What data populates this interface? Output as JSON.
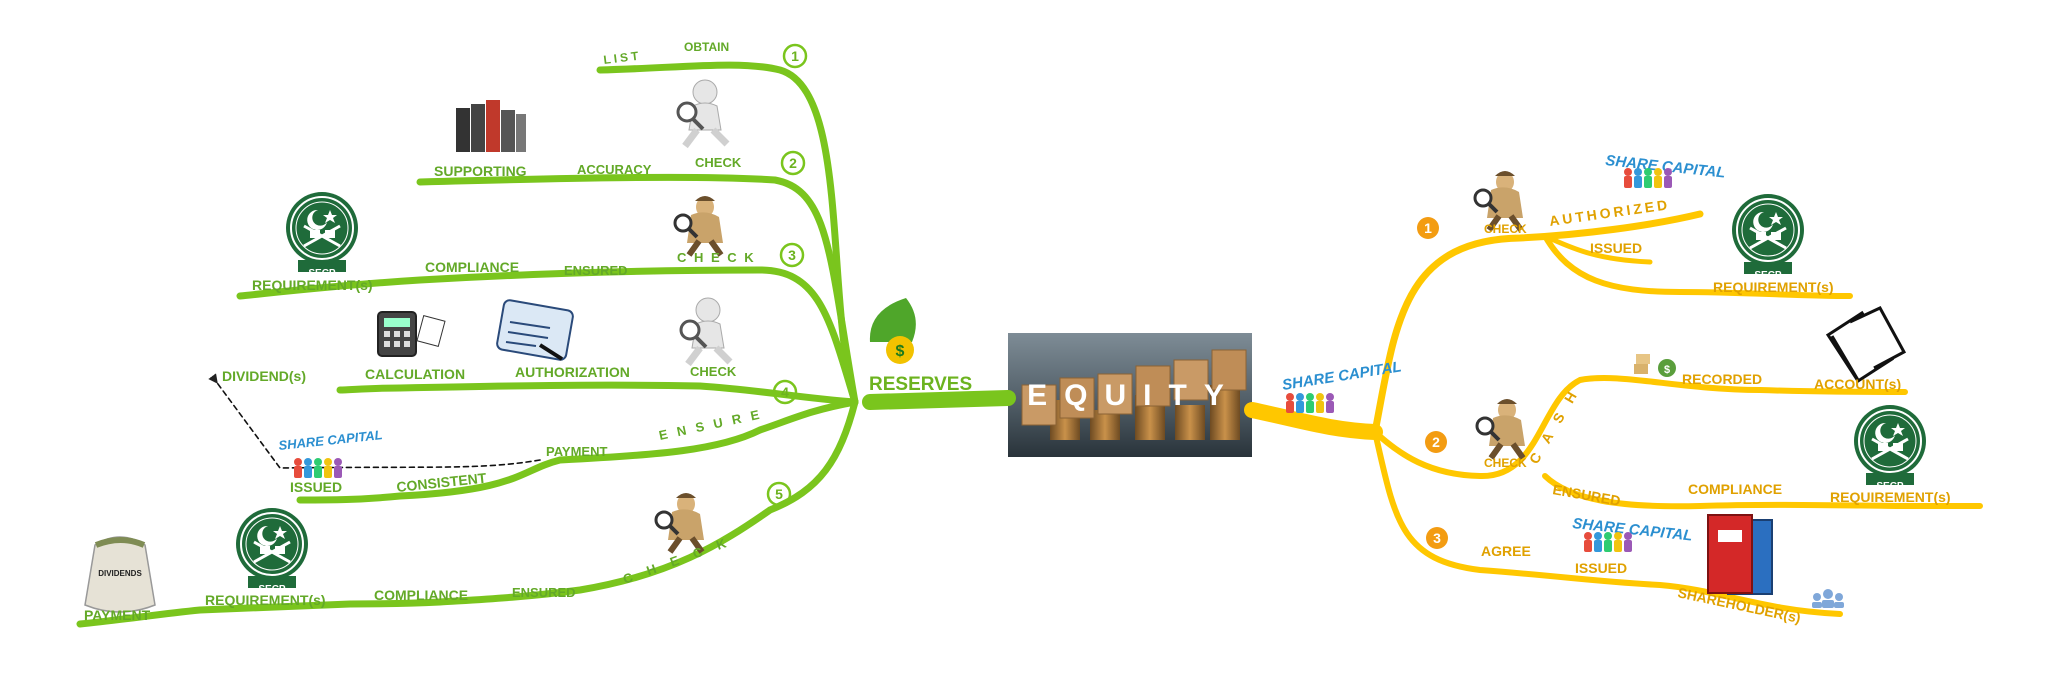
{
  "center": {
    "image_text": "EQUITY"
  },
  "left": {
    "title": "RESERVES",
    "branch1": {
      "number": "1",
      "obtain": "OBTAIN",
      "list": "LIST"
    },
    "branch2": {
      "number": "2",
      "check": "CHECK",
      "accuracy": "ACCURACY",
      "supporting": "SUPPORTING"
    },
    "branch3": {
      "number": "3",
      "check": "C H E C K",
      "ensured": "ENSURED",
      "compliance": "COMPLIANCE",
      "requirements": "REQUIREMENT(s)",
      "secp": "SECP"
    },
    "branch4": {
      "number": "4",
      "check": "CHECK",
      "authorization": "AUTHORIZATION",
      "calculation": "CALCULATION",
      "dividends": "DIVIDEND(s)",
      "ensure": "E N S U R E",
      "payment": "PAYMENT",
      "consistent": "CONSISTENT",
      "issued": "ISSUED",
      "share_capital": "SHARE CAPITAL"
    },
    "branch5": {
      "number": "5",
      "check": "C H E C K",
      "ensured": "ENSURED",
      "compliance": "COMPLIANCE",
      "requirements": "REQUIREMENT(s)",
      "secp": "SECP",
      "payment": "PAYMENT",
      "bag_label": "DIVIDENDS"
    }
  },
  "right": {
    "title": "SHARE CAPITAL",
    "branch1": {
      "number": "1",
      "check": "CHECK",
      "authorized": "AUTHORIZED",
      "issued": "ISSUED",
      "share_capital": "SHARE CAPITAL",
      "requirements": "REQUIREMENT(s)",
      "secp": "SECP"
    },
    "branch2": {
      "number": "2",
      "check": "CHECK",
      "cash": "C A S H",
      "recorded": "RECORDED",
      "accounts": "ACCOUNT(s)",
      "ensured": "ENSURED",
      "compliance": "COMPLIANCE",
      "requirements": "REQUIREMENT(s)",
      "secp": "SECP"
    },
    "branch3": {
      "number": "3",
      "agree": "AGREE",
      "issued": "ISSUED",
      "share_capital": "SHARE CAPITAL",
      "shareholders": "SHAREHOLDER(s)"
    }
  },
  "colors": {
    "green": "#7ac51d",
    "yellow": "#ffc700",
    "orange": "#f39c12",
    "seal_green": "#1f6b3a",
    "blue": "#2b8fd0"
  }
}
